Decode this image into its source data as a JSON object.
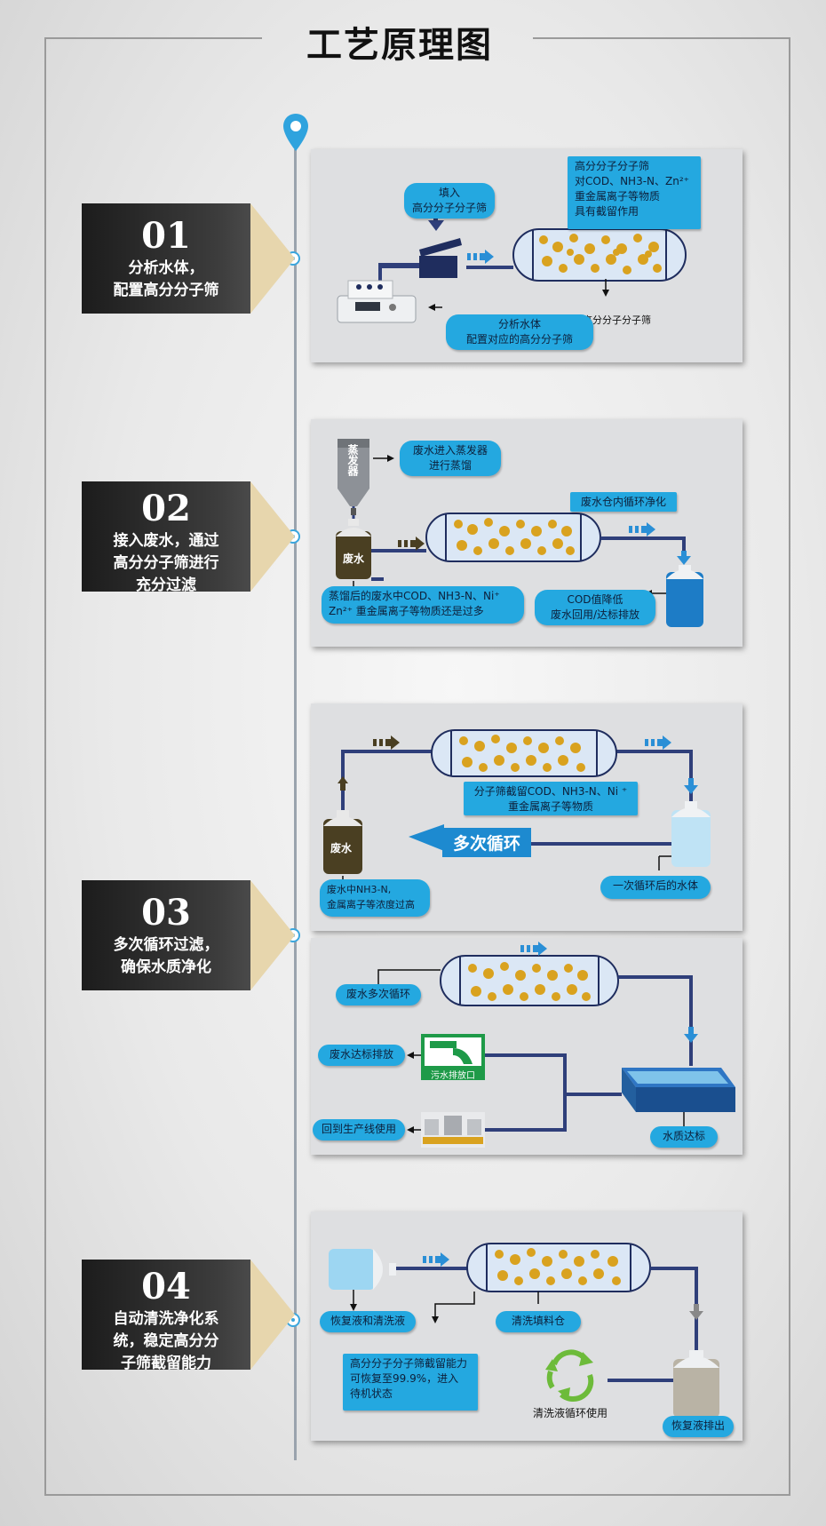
{
  "title": "工艺原理图",
  "steps": [
    {
      "num": "01",
      "desc_lines": [
        "分析水体，",
        "配置高分分子筛"
      ]
    },
    {
      "num": "02",
      "desc_lines": [
        "接入废水，通过",
        "高分分子筛进行",
        "充分过滤"
      ]
    },
    {
      "num": "03",
      "desc_lines": [
        "多次循环过滤，",
        "确保水质净化"
      ]
    },
    {
      "num": "04",
      "desc_lines": [
        "自动清洗净化系",
        "统，稳定高分分",
        "子筛截留能力"
      ]
    }
  ],
  "panel1": {
    "fill_lines": [
      "填入",
      "高分分子分子筛"
    ],
    "info_lines": [
      "高分分子分子筛",
      "对COD、NH3-N、Zn²⁺",
      "重金属离子等物质",
      "具有截留作用"
    ],
    "sieve_label": "高分分子分子筛",
    "analyze_lines": [
      "分析水体",
      "配置对应的高分分子筛"
    ]
  },
  "panel2": {
    "evaporator": "蒸发器",
    "evap_lines": [
      "废水进入蒸发器",
      "进行蒸馏"
    ],
    "cycle": "废水仓内循环净化",
    "tank": "废水",
    "residual_lines": [
      "蒸馏后的废水中COD、NH3-N、Ni⁺",
      "Zn²⁺ 重金属离子等物质还是过多"
    ],
    "result_lines": [
      "COD值降低",
      "废水回用/达标排放"
    ]
  },
  "panel3a": {
    "retain_lines": [
      "分子筛截留COD、NH3-N、Ni ⁺",
      "重金属离子等物质"
    ],
    "loop": "多次循环",
    "tank": "废水",
    "high_lines": [
      "废水中NH3-N,",
      "金属离子等浓度过高"
    ],
    "after": "一次循环后的水体"
  },
  "panel3b": {
    "multi": "废水多次循环",
    "discharge": "废水达标排放",
    "sign": "污水排放口",
    "reuse": "回到生产线使用",
    "ok": "水质达标"
  },
  "panel4": {
    "restore": "恢复液和清洗液",
    "clean_bin": "清洗填料仓",
    "capacity_lines": [
      "高分分子分子筛截留能力",
      "可恢复至99.9%，进入",
      "待机状态"
    ],
    "recycle": "清洗液循环使用",
    "drain": "恢复液排出"
  },
  "colors": {
    "accent": "#24a8e0",
    "pipe": "#2f3f7a",
    "dark": "#2a2a2a",
    "gold": "#d9a21f",
    "green": "#6dbb3a"
  }
}
